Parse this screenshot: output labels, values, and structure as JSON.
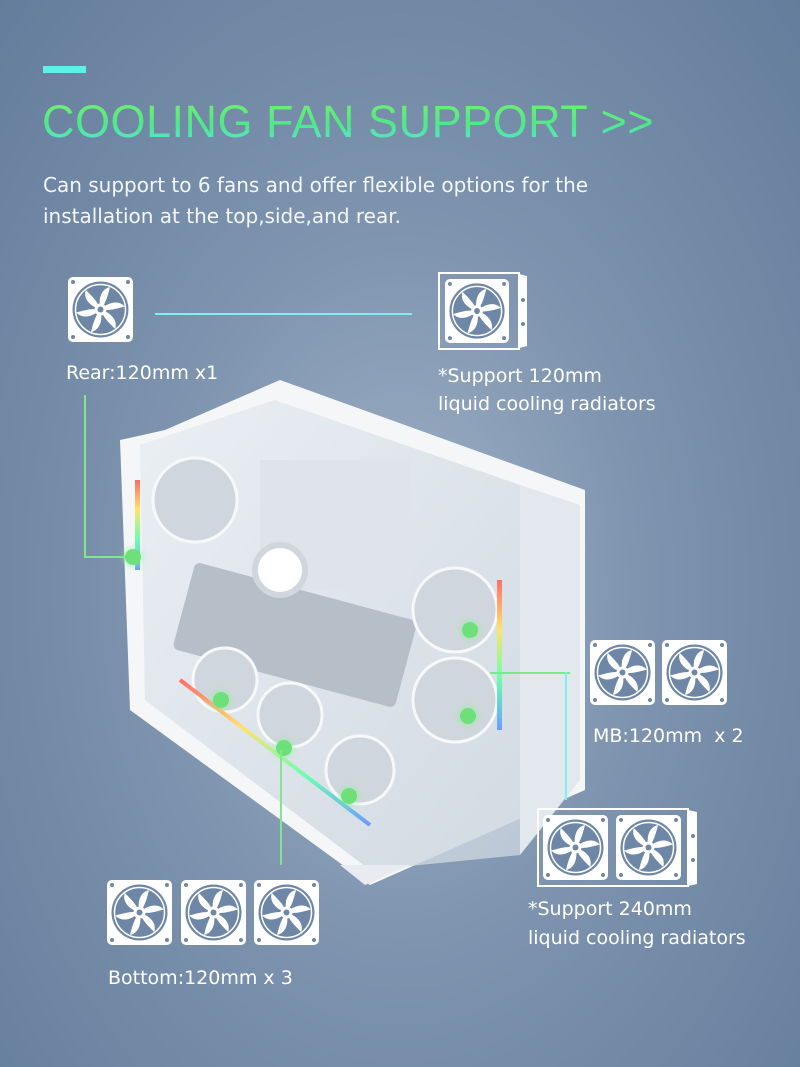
{
  "header": {
    "title": "COOLING FAN SUPPORT >>",
    "description": "Can support to 6 fans and offer flexible options for the installation at the top,side,and rear."
  },
  "callouts": {
    "rear": "Rear:120mm x1",
    "top_radiator_line1": "*Support 120mm",
    "top_radiator_line2": "liquid cooling radiators",
    "mb": "MB:120mm  x 2",
    "side_radiator_line1": "*Support 240mm",
    "side_radiator_line2": "liquid cooling radiators",
    "bottom": "Bottom:120mm x 3"
  },
  "icons": [
    "fan-icon",
    "radiator-120-icon",
    "radiator-240-icon"
  ],
  "colors": {
    "accent": "#5ff0ea",
    "title_start": "#7af06a",
    "title_end": "#5ae6e0",
    "connector_green": "#7ee88a",
    "connector_cyan": "#7ff0f2"
  }
}
